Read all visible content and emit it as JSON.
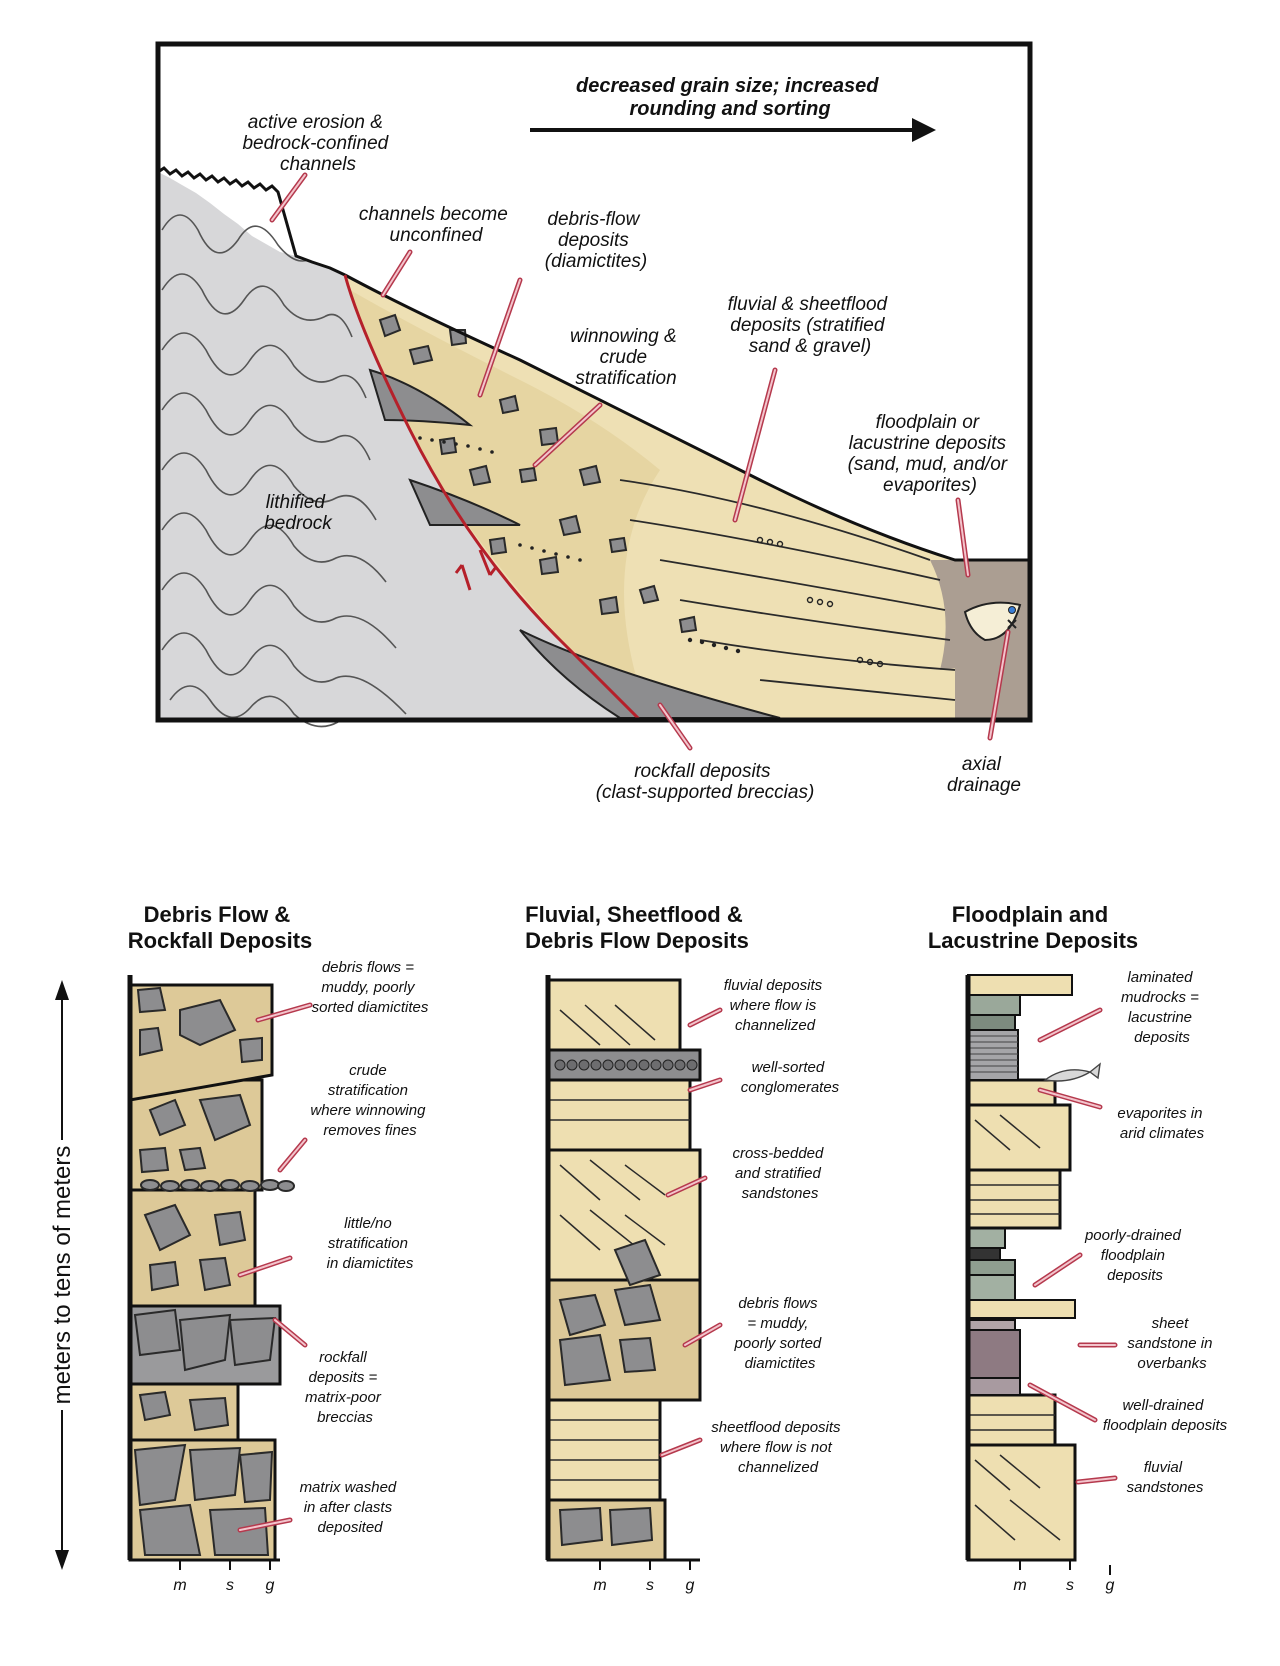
{
  "diagram": {
    "top_labels": {
      "grain_trend": [
        "decreased grain size; increased",
        "rounding and sorting"
      ],
      "active_erosion": [
        "active erosion &",
        "bedrock-confined",
        "channels"
      ],
      "unconfined": [
        "channels become",
        "unconfined"
      ],
      "debris_flow": [
        "debris-flow",
        "deposits",
        "(diamictites)"
      ],
      "winnowing": [
        "winnowing &",
        "crude",
        "stratification"
      ],
      "fluvial": [
        "fluvial & sheetflood",
        "deposits (stratified",
        "sand & gravel)"
      ],
      "floodplain": [
        "floodplain or",
        "lacustrine deposits",
        "(sand, mud, and/or",
        "evaporites)"
      ],
      "bedrock": [
        "lithified",
        "bedrock"
      ],
      "rockfall": [
        "rockfall deposits",
        "(clast-supported breccias)"
      ],
      "axial": [
        "axial",
        "drainage"
      ]
    },
    "columns": [
      {
        "title": [
          "Debris Flow &",
          "Rockfall Deposits"
        ],
        "labels": [
          [
            "debris flows =",
            "muddy, poorly",
            "sorted diamictites"
          ],
          [
            "crude",
            "stratification",
            "where winnowing",
            "removes fines"
          ],
          [
            "little/no",
            "stratification",
            "in diamictites"
          ],
          [
            "rockfall",
            "deposits =",
            "matrix-poor",
            "breccias"
          ],
          [
            "matrix washed",
            "in after clasts",
            "deposited"
          ]
        ],
        "axis": [
          "m",
          "s",
          "g"
        ]
      },
      {
        "title": [
          "Fluvial, Sheetflood &",
          "Debris Flow Deposits"
        ],
        "labels": [
          [
            "fluvial deposits",
            "where flow is",
            "channelized"
          ],
          [
            "well-sorted",
            "conglomerates"
          ],
          [
            "cross-bedded",
            "and stratified",
            "sandstones"
          ],
          [
            "debris flows",
            "= muddy,",
            "poorly sorted",
            "diamictites"
          ],
          [
            "sheetflood deposits",
            "where flow is not",
            "channelized"
          ]
        ],
        "axis": [
          "m",
          "s",
          "g"
        ]
      },
      {
        "title": [
          "Floodplain and",
          "Lacustrine Deposits"
        ],
        "labels": [
          [
            "laminated",
            "mudrocks =",
            "lacustrine",
            "deposits"
          ],
          [
            "evaporites in",
            "arid climates"
          ],
          [
            "poorly-drained",
            "floodplain",
            "deposits"
          ],
          [
            "sheet",
            "sandstone in",
            "overbanks"
          ],
          [
            "well-drained",
            "floodplain deposits"
          ],
          [
            "fluvial",
            "sandstones"
          ]
        ],
        "axis": [
          "m",
          "s",
          "g"
        ]
      }
    ],
    "scale_label": "meters to tens of meters"
  }
}
